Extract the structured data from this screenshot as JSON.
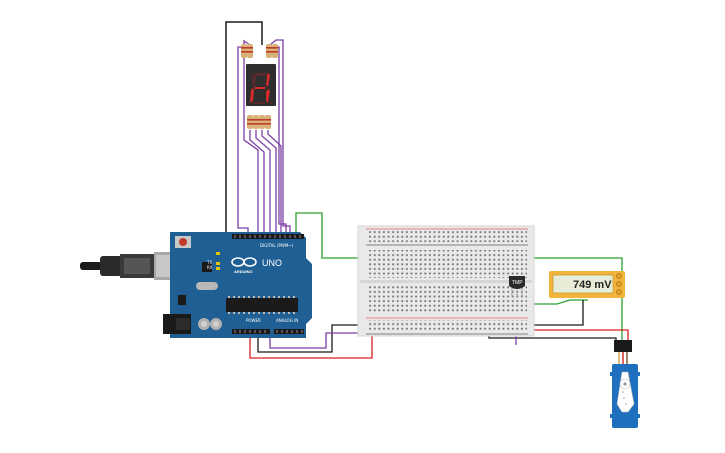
{
  "board": {
    "model_label": "UNO",
    "brand_label": "ARDUINO",
    "digital_label": "DIGITAL (PWM~)",
    "power_label": "POWER",
    "analog_label": "ANALOG IN",
    "tx_label": "TX",
    "rx_label": "RX"
  },
  "multimeter": {
    "reading": "749 mV"
  },
  "sensor": {
    "label": "TMP"
  },
  "colors": {
    "board": "#1f5f94",
    "wire_purple": "#7b3fa6",
    "wire_black": "#1a1a1a",
    "wire_red": "#d62020",
    "wire_green": "#2ca02c",
    "breadboard": "#e9e9e9",
    "multimeter_body": "#f2b43a",
    "servo_body": "#1f6fbf",
    "segment_on": "#d42a2a"
  }
}
